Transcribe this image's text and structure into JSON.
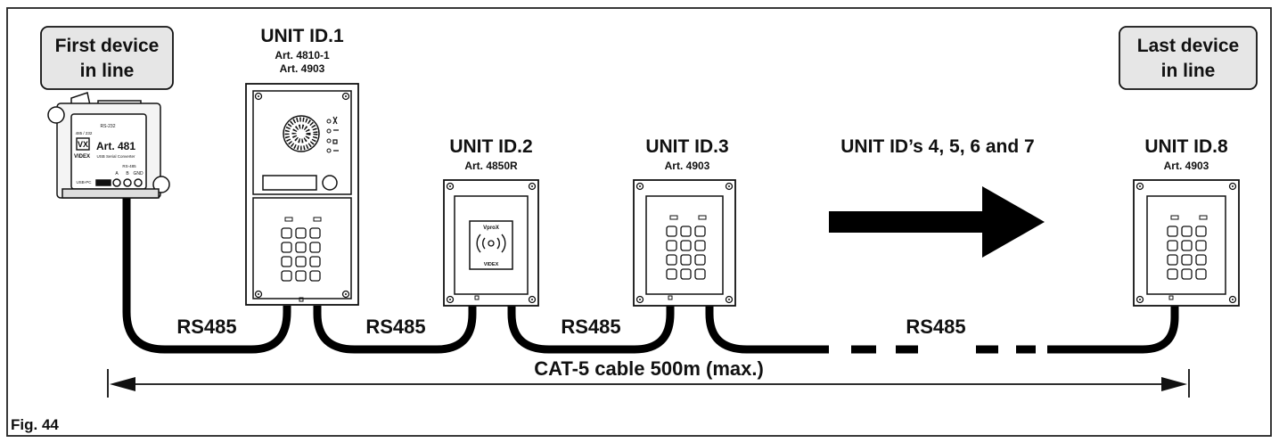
{
  "figure_label": "Fig. 44",
  "first_device": {
    "line1": "First device",
    "line2": "in line"
  },
  "last_device": {
    "line1": "Last device",
    "line2": "in line"
  },
  "converter": {
    "model": "Art. 481",
    "brand": "VIDEX",
    "logo": "VX",
    "subtitle": "USB Serial Converter",
    "port_top": "RS-232",
    "port_left": "485 / 232",
    "port_bus": "RS-485",
    "terminals": [
      "A",
      "B",
      "GND"
    ],
    "usb_label": "USB-PC"
  },
  "units": [
    {
      "id": "UNIT ID.1",
      "articles": [
        "Art. 4810-1",
        "Art. 4903"
      ]
    },
    {
      "id": "UNIT ID.2",
      "articles": [
        "Art. 4850R"
      ],
      "reader_brand": "VproX",
      "reader_maker": "VIDEX"
    },
    {
      "id": "UNIT ID.3",
      "articles": [
        "Art. 4903"
      ]
    },
    {
      "id": "UNIT ID.8",
      "articles": [
        "Art. 4903"
      ]
    }
  ],
  "intermediate_units": "UNIT ID’s 4, 5, 6 and 7",
  "cable_segments": [
    "RS485",
    "RS485",
    "RS485",
    "RS485"
  ],
  "cable_length": "CAT-5 cable 500m (max.)",
  "icons": [
    "converter-device-icon",
    "door-entry-panel-icon",
    "proximity-reader-icon",
    "keypad-icon",
    "arrow-right-icon",
    "speaker-grille-icon"
  ],
  "colors": {
    "frame": "#222222",
    "label_box": "#e6e6e6",
    "cable": "#000000"
  }
}
